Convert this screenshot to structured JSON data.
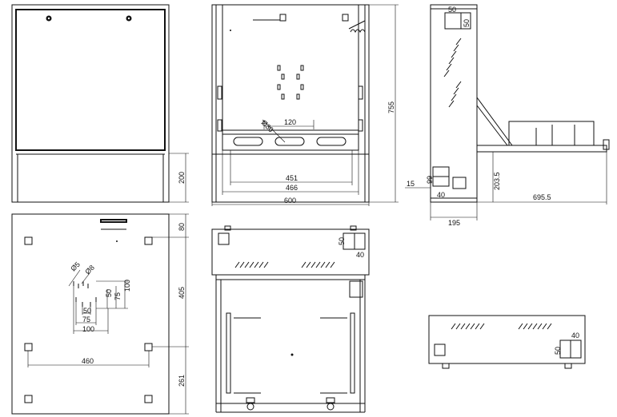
{
  "dimensions": {
    "d755": "755",
    "d200": "200",
    "d120": "120",
    "d451": "451",
    "d466": "466",
    "d600": "600",
    "d50a": "50",
    "d50b": "50",
    "d15": "15",
    "d99": "99",
    "d40a": "40",
    "d203_5": "203.5",
    "d695_5": "695.5",
    "d195": "195",
    "d80": "80",
    "d405": "405",
    "d261": "261",
    "d460": "460",
    "d50c": "50",
    "d75a": "75",
    "d100a": "100",
    "d50d": "50",
    "d75b": "75",
    "d100b": "100",
    "phi5": "Ø5",
    "phi8": "Ø8",
    "phi30": "Ø30",
    "d50e": "50",
    "d40b": "40",
    "d40c": "40",
    "d50f": "50"
  }
}
